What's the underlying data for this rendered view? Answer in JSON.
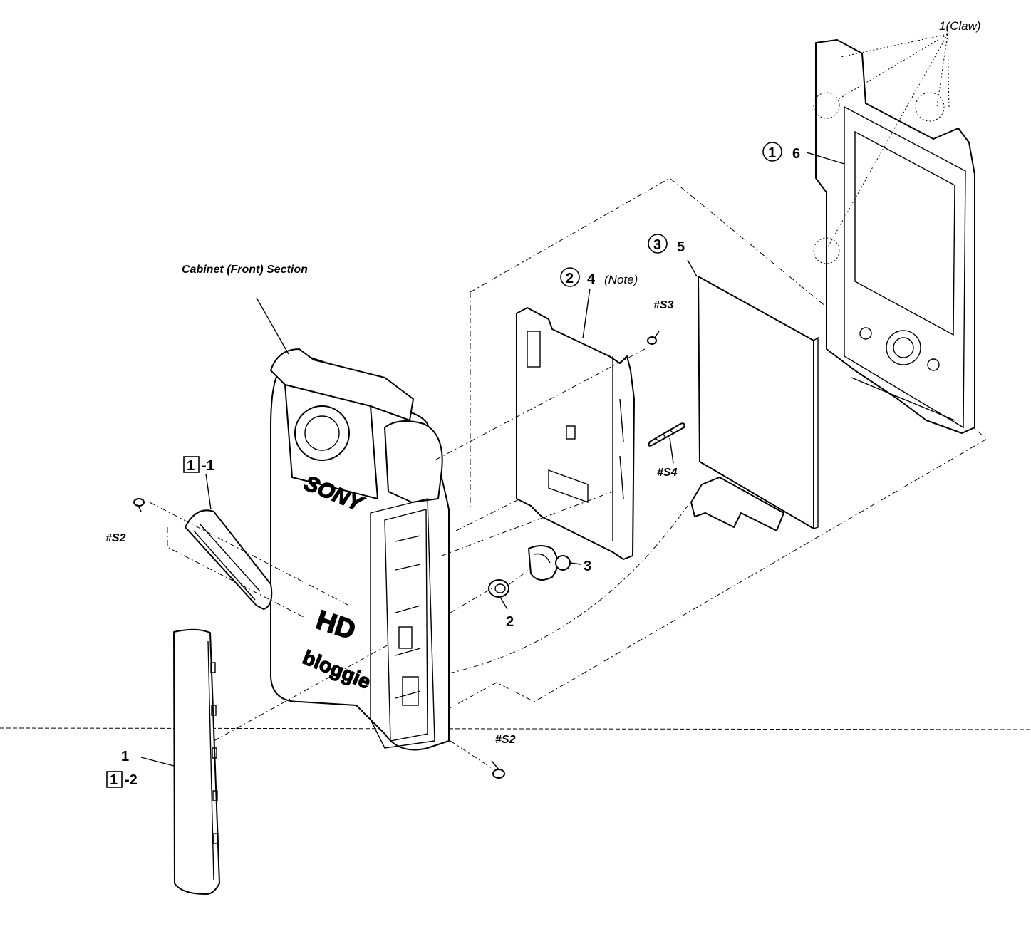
{
  "labels": {
    "cabinet_section": "Cabinet (Front) Section",
    "claw": "1(Claw)",
    "ref_1_circle": "1",
    "ref_6": "6",
    "ref_3_circle": "3",
    "ref_5": "5",
    "ref_2_circle": "2",
    "ref_4": "4",
    "note": "(Note)",
    "s3": "#S3",
    "s4": "#S4",
    "s2_left": "#S2",
    "s2_bottom": "#S2",
    "part_3": "3",
    "part_2": "2",
    "boxed_1_a": "1",
    "suffix_1": "-1",
    "part_1": "1",
    "boxed_1_b": "1",
    "suffix_2": "-2",
    "logo_sony": "SONY",
    "logo_hd": "HD",
    "logo_bloggie": "bloggie"
  }
}
